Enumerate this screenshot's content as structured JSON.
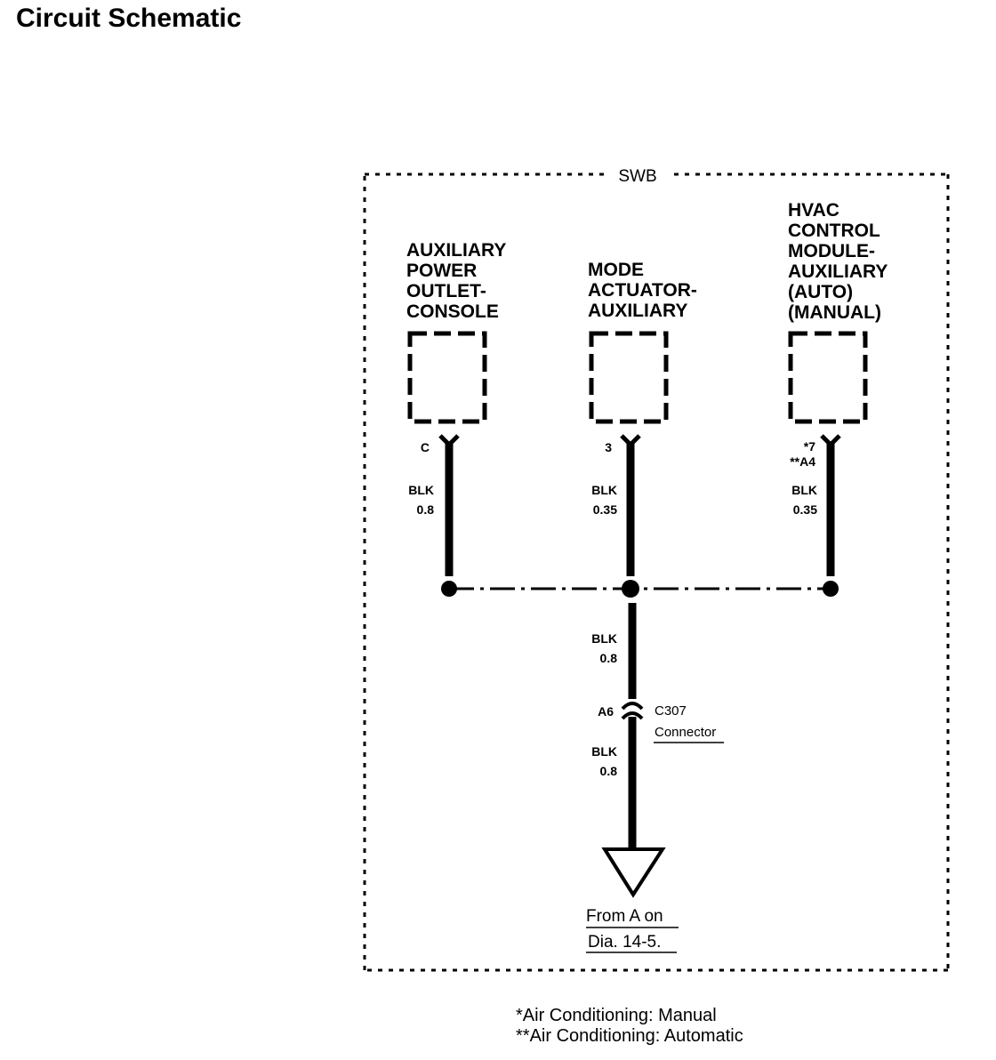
{
  "title": "Circuit Schematic",
  "region_label": "SWB",
  "components": [
    {
      "name": "AUXILIARY POWER OUTLET-CONSOLE",
      "lines": [
        "AUXILIARY",
        "POWER",
        "OUTLET-",
        "CONSOLE"
      ],
      "pin": [
        "C"
      ],
      "wire_color": "BLK",
      "wire_size": "0.8"
    },
    {
      "name": "MODE ACTUATOR-AUXILIARY",
      "lines": [
        "MODE",
        "ACTUATOR-",
        "AUXILIARY"
      ],
      "pin": [
        "3"
      ],
      "wire_color": "BLK",
      "wire_size": "0.35"
    },
    {
      "name": "HVAC CONTROL MODULE-AUXILIARY (AUTO) (MANUAL)",
      "lines": [
        "HVAC",
        "CONTROL",
        "MODULE-",
        "AUXILIARY",
        "(AUTO)",
        "(MANUAL)"
      ],
      "pin": [
        "*7",
        "**A4"
      ],
      "wire_color": "BLK",
      "wire_size": "0.35"
    }
  ],
  "trunk_upper": {
    "wire_color": "BLK",
    "wire_size": "0.8"
  },
  "connector": {
    "pin": "A6",
    "id": "C307",
    "label": "Connector"
  },
  "trunk_lower": {
    "wire_color": "BLK",
    "wire_size": "0.8"
  },
  "ground_ref": {
    "line1": "From A on",
    "line2": "Dia. 14-5."
  },
  "footnotes": [
    "*Air Conditioning: Manual",
    "**Air Conditioning: Automatic"
  ]
}
